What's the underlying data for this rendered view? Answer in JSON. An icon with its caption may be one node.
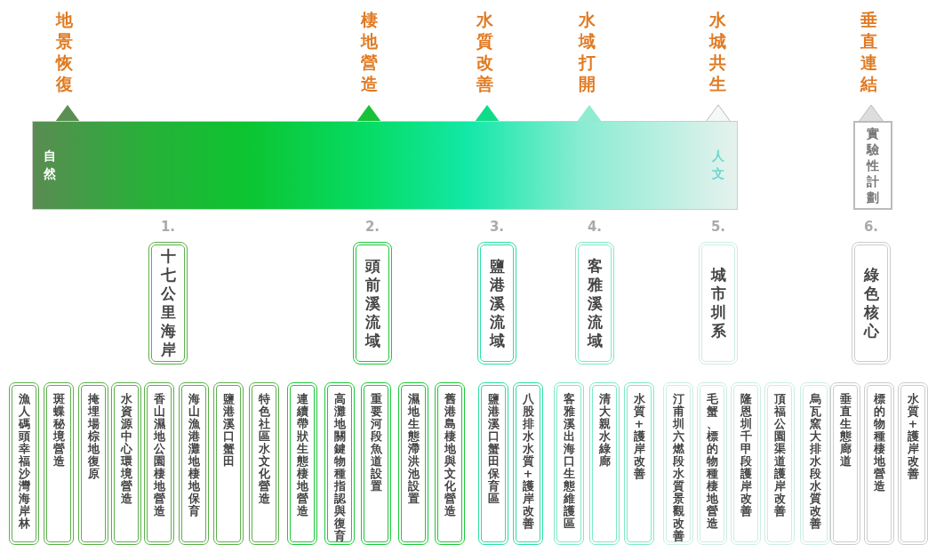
{
  "diagram": {
    "nodes": [
      {
        "text": [
          "自然",
          "人文"
        ]
      },
      {
        "text": [
          "實驗性計劃"
        ]
      },
      {
        "text": [
          "十七公里海岸"
        ],
        "beside": [
          "1."
        ]
      },
      {
        "text": [
          "頭前溪流域"
        ],
        "beside": [
          "2."
        ]
      },
      {
        "text": [
          "鹽港溪流域"
        ],
        "beside": [
          "3."
        ]
      },
      {
        "text": [
          "客雅溪流域"
        ],
        "beside": [
          "4."
        ]
      },
      {
        "text": [
          "城市圳系"
        ],
        "beside": [
          "5."
        ]
      },
      {
        "text": [
          "綠色核心"
        ],
        "beside": [
          "6."
        ]
      },
      {
        "text": [
          "漁人碼頭幸福沙灣海岸林"
        ]
      },
      {
        "text": [
          "斑蝶秘境營造"
        ]
      },
      {
        "text": [
          "掩埋場棕地復原"
        ]
      },
      {
        "text": [
          "水資源中心環境營造"
        ]
      },
      {
        "text": [
          "香山濕地公園棲地營造"
        ]
      },
      {
        "text": [
          "海山漁港灘地棲地保育"
        ]
      },
      {
        "text": [
          "鹽港溪口蟹田"
        ]
      },
      {
        "text": [
          "特色社區水文化營造"
        ]
      },
      {
        "text": [
          "連續帶狀生態棲地營造"
        ]
      },
      {
        "text": [
          "高灘地關鍵物種指認與復育"
        ]
      },
      {
        "text": [
          "重要河段魚道設置"
        ]
      },
      {
        "text": [
          "濕地生態滯洪池設置"
        ]
      },
      {
        "text": [
          "舊港島棲地與文化營造"
        ]
      },
      {
        "text": [
          "鹽港溪口蟹田保育區"
        ]
      },
      {
        "text": [
          "八股排水水質+護岸改善"
        ]
      },
      {
        "text": [
          "客雅溪出海口生態維護區"
        ]
      },
      {
        "text": [
          "清大親水綠廊"
        ]
      },
      {
        "text": [
          "水質+護岸改善"
        ]
      },
      {
        "text": [
          "汀甫圳六燃段水質景觀改善"
        ]
      },
      {
        "text": [
          "毛蟹、標的物種棲地營造"
        ]
      },
      {
        "text": [
          "隆恩圳千甲段護岸改善"
        ]
      },
      {
        "text": [
          "頂福公園渠道護岸改善"
        ]
      },
      {
        "text": [
          "烏瓦窯大排水段水質改善"
        ]
      },
      {
        "text": [
          "垂直生態廊道"
        ]
      },
      {
        "text": [
          "標的物種棲地營造"
        ]
      },
      {
        "text": [
          "水質+護岸改善"
        ]
      }
    ],
    "labels": [
      "地景恢復",
      "棲地營造",
      "水質改善",
      "水域打開",
      "水城共生",
      "垂直連結"
    ]
  }
}
